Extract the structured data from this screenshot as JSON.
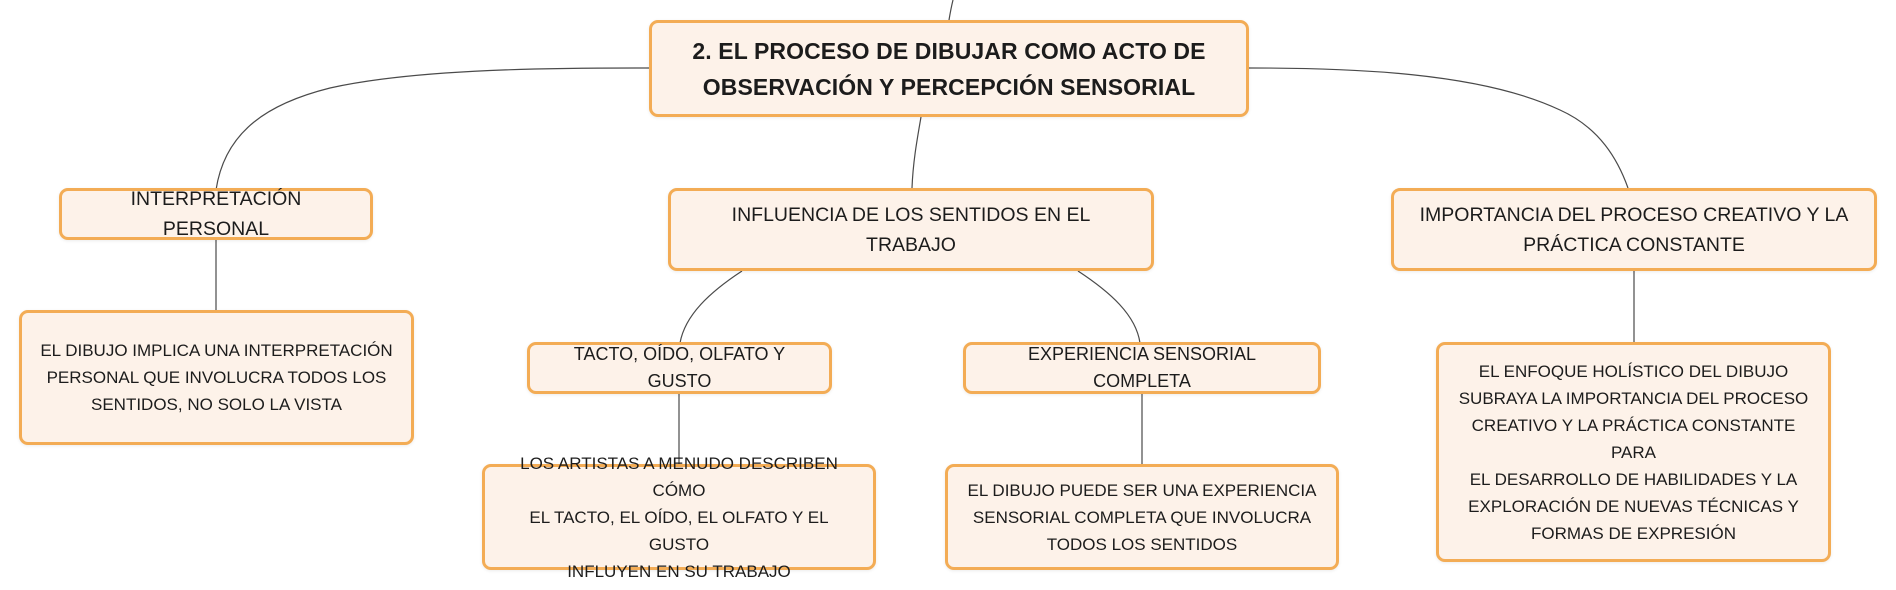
{
  "diagram": {
    "root": {
      "label": "2. EL PROCESO DE DIBUJAR COMO ACTO DE\nOBSERVACIÓN Y PERCEPCIÓN SENSORIAL"
    },
    "branches": [
      {
        "label": "INTERPRETACIÓN PERSONAL",
        "detail": "EL DIBUJO IMPLICA UNA INTERPRETACIÓN\nPERSONAL QUE INVOLUCRA TODOS LOS\nSENTIDOS, NO SOLO LA VISTA"
      },
      {
        "label": "INFLUENCIA DE LOS SENTIDOS EN EL TRABAJO",
        "children": [
          {
            "label": "TACTO, OÍDO, OLFATO Y GUSTO",
            "detail": "LOS ARTISTAS A MENUDO DESCRIBEN CÓMO\nEL TACTO, EL OÍDO, EL OLFATO Y EL GUSTO\nINFLUYEN EN SU TRABAJO"
          },
          {
            "label": "EXPERIENCIA SENSORIAL COMPLETA",
            "detail": "EL DIBUJO PUEDE SER UNA EXPERIENCIA\nSENSORIAL COMPLETA QUE INVOLUCRA\nTODOS LOS SENTIDOS"
          }
        ]
      },
      {
        "label": "IMPORTANCIA DEL PROCESO CREATIVO Y LA\nPRÁCTICA CONSTANTE",
        "detail": "EL ENFOQUE HOLÍSTICO DEL DIBUJO\nSUBRAYA LA IMPORTANCIA DEL PROCESO\nCREATIVO Y LA PRÁCTICA CONSTANTE PARA\nEL DESARROLLO DE HABILIDADES Y LA\nEXPLORACIÓN DE NUEVAS TÉCNICAS Y\nFORMAS DE EXPRESIÓN"
      }
    ]
  },
  "colors": {
    "node_fill": "#fdf2e9",
    "node_border": "#f3ac55",
    "connector": "#4a4a4a",
    "text": "#1c1c1c"
  }
}
